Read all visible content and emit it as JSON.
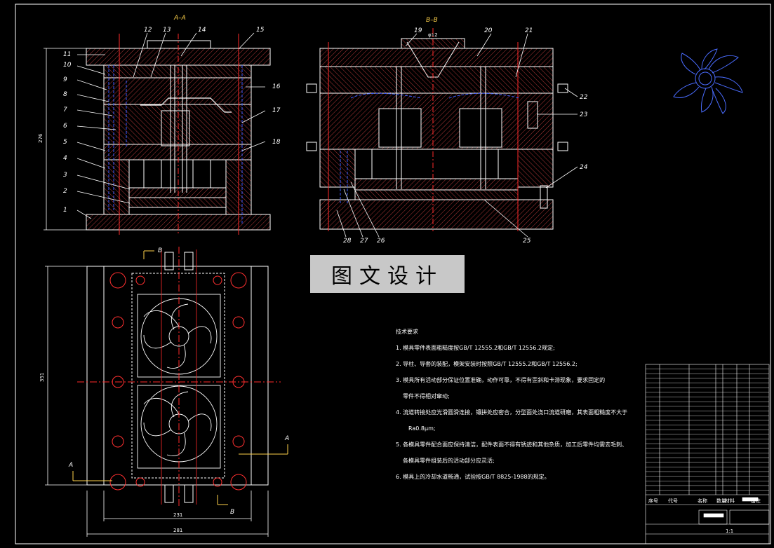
{
  "sections": {
    "aa": "A–A",
    "bb": "B–B"
  },
  "part_numbers_left": [
    "1",
    "2",
    "3",
    "4",
    "5",
    "6",
    "7",
    "8",
    "9",
    "10",
    "11",
    "12",
    "13",
    "14",
    "15",
    "16",
    "17",
    "18"
  ],
  "part_numbers_right": [
    "19",
    "20",
    "21",
    "22",
    "23",
    "24",
    "25",
    "26",
    "27",
    "28"
  ],
  "dimensions": {
    "height_aa": "276",
    "height_plan": "351",
    "width_inner": "231",
    "width_outer": "281",
    "top_diameter": "φ12"
  },
  "cut_marks": {
    "a": "A",
    "b": "B"
  },
  "watermark": "图文设计",
  "notes": {
    "title": "技术要求",
    "lines": [
      "1. 模具零件表面粗糙度按GB/T 12555.2和GB/T 12556.2规定;",
      "2. 导柱、导套的装配，模架安装时按照GB/T 12555.2和GB/T 12556.2;",
      "3. 模具所有活动部分保证位置准确，动作可靠，不得有歪斜和卡滞现象，要求固定的",
      "零件不得相对窜动;",
      "4. 流道转接处应光滑圆滑连接，镶拼处应密合，分型面处浇口流道研磨，其表面粗糙度不大于",
      "Ra0.8μm;",
      "5. 各模具零件配合面应保持清洁，配件表面不得有锈迹和其他杂质，加工后零件均需去毛刺、",
      "各模具零件组装后的活动部分应灵活;",
      "6. 模具上的冷却水道畅通，试验按GB/T 8825-1988的规定。"
    ]
  },
  "title_block": {
    "headers": [
      "序号",
      "代号",
      "名称",
      "数量",
      "材料",
      "备注"
    ],
    "scale": "1:1"
  },
  "colors": {
    "background": "#000000",
    "outline": "#ffffff",
    "section_line": "#ff2a2a",
    "hidden": "#3b5bff",
    "part": "#ffd24a",
    "hatch": "#ff4a4a"
  }
}
